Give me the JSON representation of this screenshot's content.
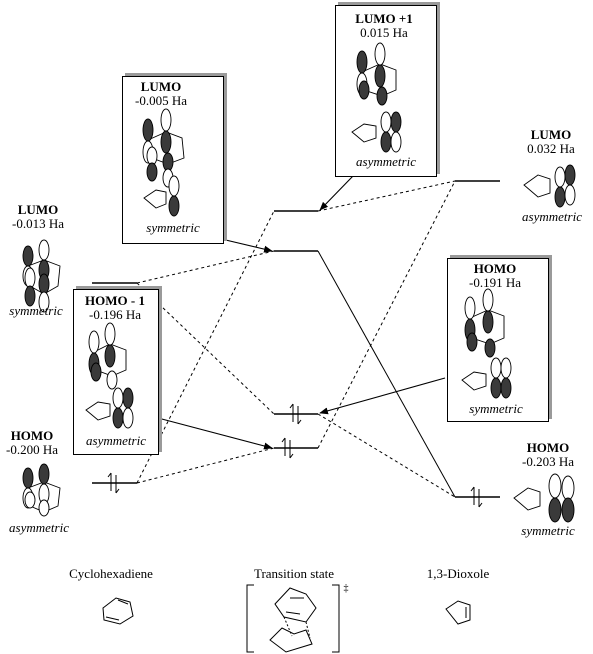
{
  "orbitals": {
    "chd_lumo": {
      "title": "LUMO",
      "energy": "-0.013 Ha",
      "symmetry": "symmetric"
    },
    "chd_homo": {
      "title": "HOMO",
      "energy": "-0.200 Ha",
      "symmetry": "asymmetric"
    },
    "ts_lumo1": {
      "title": "LUMO +1",
      "energy": "0.015 Ha",
      "symmetry": "asymmetric"
    },
    "ts_lumo": {
      "title": "LUMO",
      "energy": "-0.005 Ha",
      "symmetry": "symmetric"
    },
    "ts_homo1": {
      "title": "HOMO - 1",
      "energy": "-0.196 Ha",
      "symmetry": "asymmetric"
    },
    "ts_homo": {
      "title": "HOMO",
      "energy": "-0.191 Ha",
      "symmetry": "symmetric"
    },
    "dx_lumo": {
      "title": "LUMO",
      "energy": "0.032 Ha",
      "symmetry": "asymmetric"
    },
    "dx_homo": {
      "title": "HOMO",
      "energy": "-0.203 Ha",
      "symmetry": "symmetric"
    }
  },
  "captions": {
    "left": "Cyclohexadiene",
    "middle": "Transition state",
    "right": "1,3-Dioxole",
    "dagger": "‡"
  },
  "colors": {
    "line": "#000000",
    "shadow": "#9a9a9a",
    "lobe_fill": "#3a3a3a"
  }
}
